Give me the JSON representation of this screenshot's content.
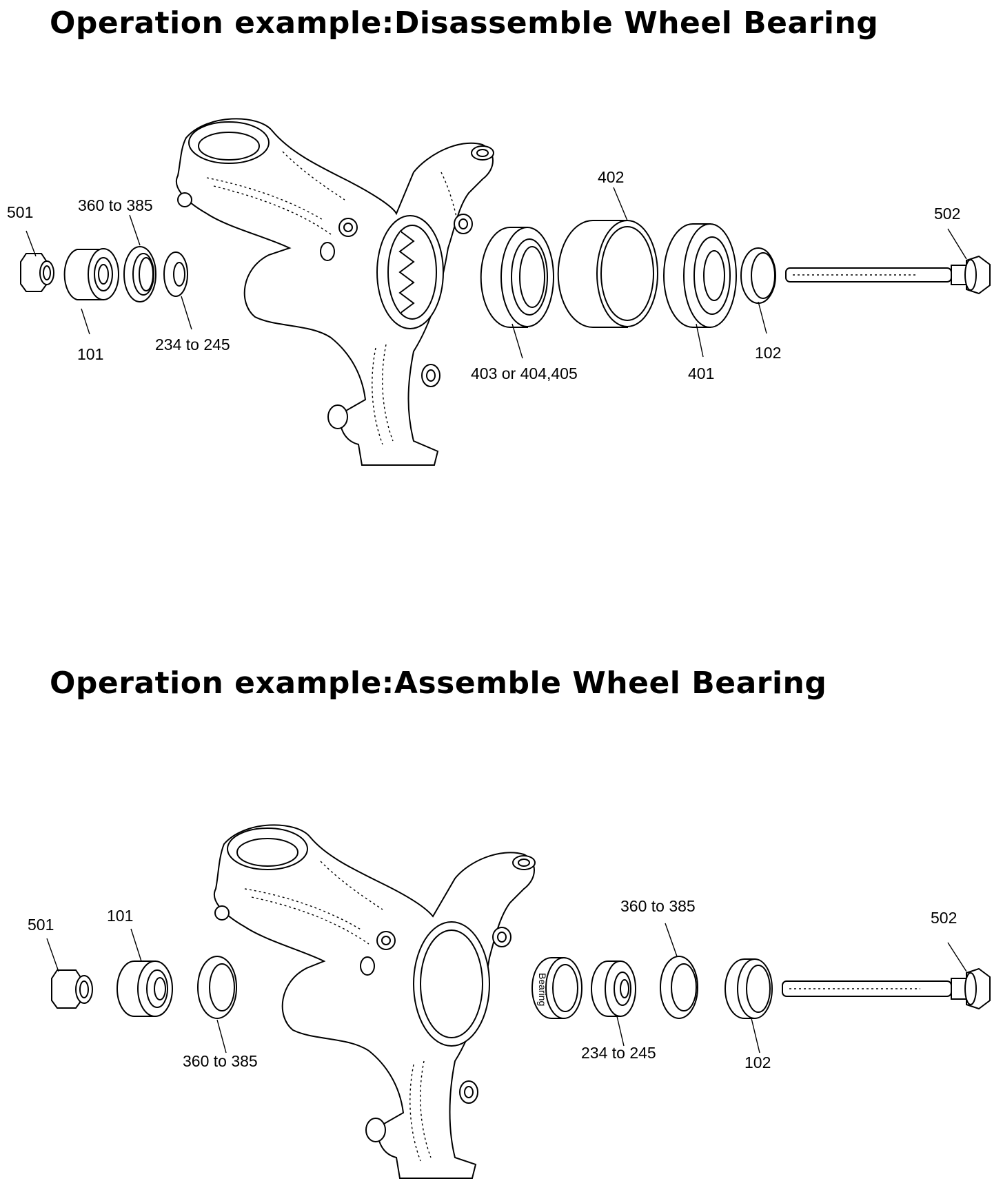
{
  "sections": [
    {
      "title": "Operation example:Disassemble Wheel Bearing",
      "labels": [
        "501",
        "360 to 385",
        "101",
        "234 to 245",
        "403 or 404,405",
        "402",
        "401",
        "102",
        "502"
      ]
    },
    {
      "title": "Operation example:Assemble Wheel Bearing",
      "labels": [
        "501",
        "101",
        "360 to 385",
        "234 to 245",
        "360 to 385",
        "102",
        "502"
      ],
      "bearing_text": "Bearing"
    }
  ]
}
